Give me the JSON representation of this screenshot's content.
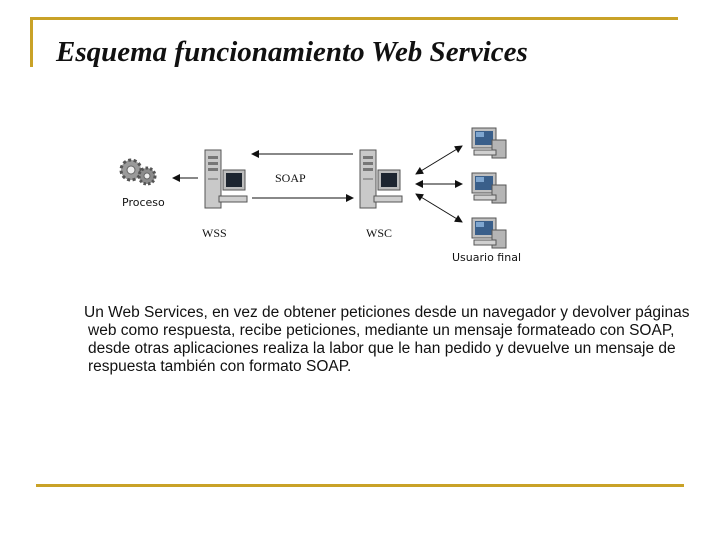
{
  "slide": {
    "title": "Esquema funcionamiento Web Services",
    "body": "Un Web Services, en vez de obtener peticiones desde un navegador y devolver páginas web como respuesta, recibe peticiones, mediante un mensaje formateado con SOAP, desde otras aplicaciones realiza la labor que le han pedido y devuelve un mensaje de respuesta también con formato SOAP."
  },
  "diagram": {
    "process_label": "Proceso",
    "soap_label": "SOAP",
    "wss_label": "WSS",
    "wsc_label": "WSC",
    "end_user_label": "Usuario final"
  },
  "colors": {
    "accent": "#c9a227"
  }
}
